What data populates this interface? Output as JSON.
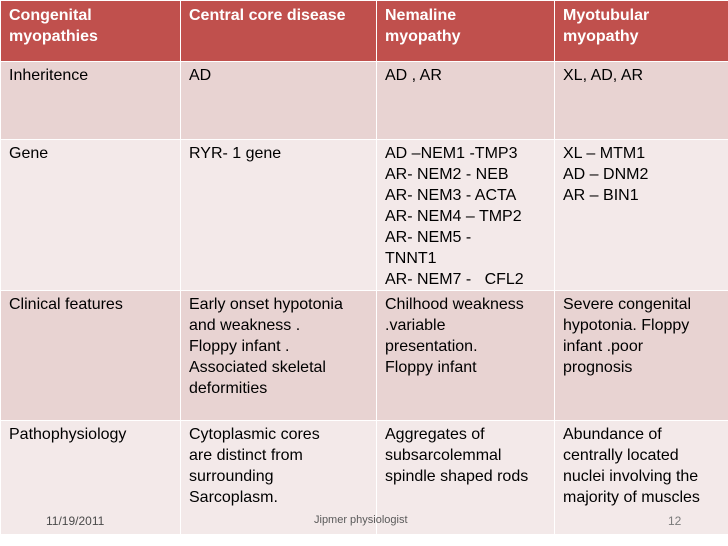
{
  "table": {
    "headers": [
      [
        "Congenital",
        "myopathies"
      ],
      [
        "Central core disease"
      ],
      [
        "Nemaline",
        "myopathy"
      ],
      [
        "Myotubular",
        "myopathy"
      ]
    ],
    "rows": [
      {
        "label": [
          "Inheritence"
        ],
        "central_core": [
          "AD"
        ],
        "nemaline": [
          "AD , AR"
        ],
        "myotubular": [
          "XL, AD, AR"
        ]
      },
      {
        "label": [
          "Gene"
        ],
        "central_core": [
          "RYR- 1 gene"
        ],
        "nemaline": [
          "AD –NEM1 -TMP3",
          "AR- NEM2 - NEB",
          "AR- NEM3 - ACTA",
          "AR- NEM4 – TMP2",
          "AR- NEM5 -",
          "TNNT1",
          "AR- NEM7 -   CFL2"
        ],
        "myotubular": [
          "XL – MTM1",
          "AD – DNM2",
          "AR – BIN1"
        ]
      },
      {
        "label": [
          "Clinical features"
        ],
        "central_core": [
          "Early onset hypotonia",
          "and weakness .",
          "Floppy infant .",
          "Associated skeletal",
          "deformities"
        ],
        "nemaline": [
          "Chilhood weakness",
          ".variable",
          "presentation.",
          "Floppy infant"
        ],
        "myotubular": [
          "Severe congenital",
          "hypotonia. Floppy",
          "infant .poor",
          "prognosis"
        ]
      },
      {
        "label": [
          "Pathophysiology"
        ],
        "central_core": [
          "Cytoplasmic cores",
          "are distinct from",
          "surrounding",
          "Sarcoplasm."
        ],
        "nemaline": [
          "Aggregates of",
          "subsarcolemmal",
          "spindle shaped rods"
        ],
        "myotubular": [
          "Abundance of",
          "centrally located",
          "nuclei involving the",
          "majority of muscles"
        ]
      }
    ]
  },
  "footer": {
    "date": "11/19/2011",
    "center": "Jipmer physiologist",
    "page": "12"
  },
  "colors": {
    "header_bg": "#c0504d",
    "row_dark": "#e8d3d2",
    "row_light": "#f3e9e9"
  }
}
